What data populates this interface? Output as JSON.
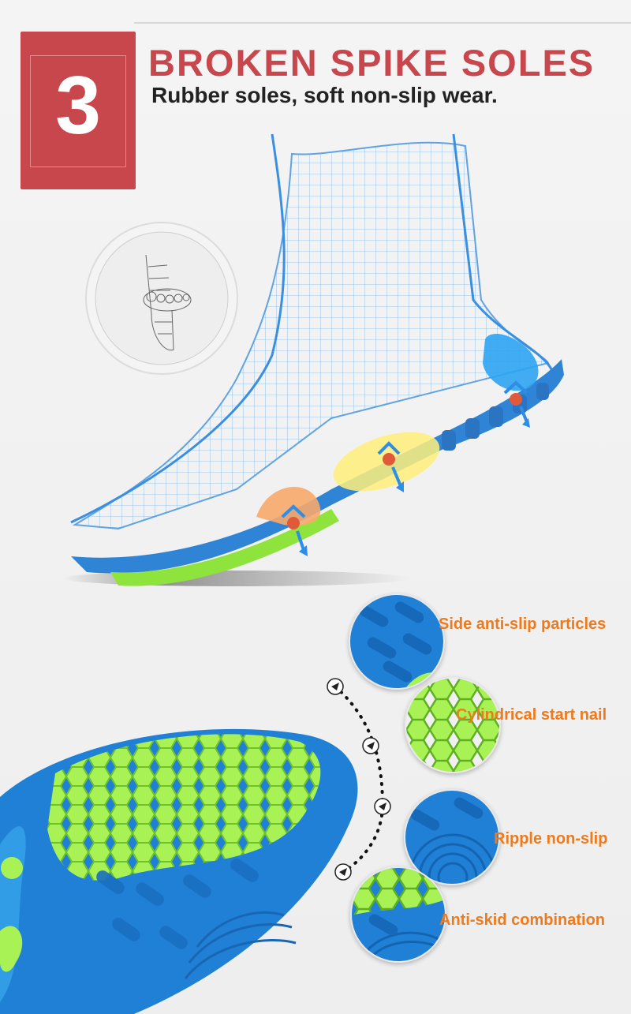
{
  "header": {
    "number": "3",
    "title": "BROKEN SPIKE SOLES",
    "subtitle": "Rubber soles, soft non-slip wear."
  },
  "features": [
    {
      "label": "Side anti-slip particles",
      "icon": "side-particles-closeup"
    },
    {
      "label": "Cylindrical start nail",
      "icon": "hexagon-nail-closeup"
    },
    {
      "label": "Ripple non-slip",
      "icon": "ripple-closeup"
    },
    {
      "label": "Anti-skid combination",
      "icon": "combination-closeup"
    }
  ],
  "colors": {
    "accent": "#c8474c",
    "label": "#ef7a1c",
    "sole_blue": "#2f84d6",
    "sole_green": "#8ee43c"
  }
}
